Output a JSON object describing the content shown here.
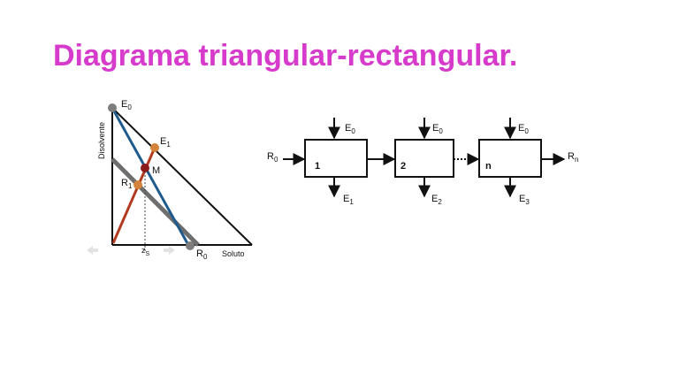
{
  "title": "Diagrama triangular-rectangular.",
  "triangle": {
    "axis_vertical": "Disolvente",
    "axis_horizontal": "Soluto",
    "points": {
      "e0": "E",
      "e0_sub": "0",
      "e1": "E",
      "e1_sub": "1",
      "m": "M",
      "r1": "R",
      "r1_sub": "1",
      "r0": "R",
      "r0_sub": "0",
      "zs": "z",
      "zs_sub": "S"
    },
    "colors": {
      "blue": "#1f5a8c",
      "red": "#b23a1f",
      "gray": "#6e6e6e",
      "orange": "#d4843a",
      "point_gray": "#7d7d7d"
    }
  },
  "stages": {
    "feed": "R",
    "feed_sub": "0",
    "raffinate_out": "R",
    "raffinate_out_sub": "n",
    "boxes": [
      {
        "label": "1",
        "in": "E",
        "in_sub": "0",
        "out": "E",
        "out_sub": "1"
      },
      {
        "label": "2",
        "in": "E",
        "in_sub": "0",
        "out": "E",
        "out_sub": "2"
      },
      {
        "label": "n",
        "in": "E",
        "in_sub": "0",
        "out": "E",
        "out_sub": "3"
      }
    ]
  }
}
